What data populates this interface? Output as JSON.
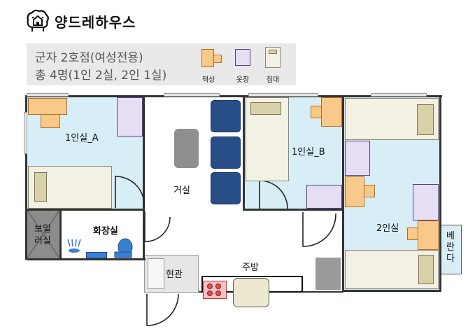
{
  "brand": {
    "name": "양드레하우스",
    "logo_icon": "sheep-house-icon"
  },
  "info": {
    "line1": "군자 2호점(여성전용)",
    "line2": "총 4명(1인 2실, 2인 1실)"
  },
  "legend": {
    "desk": "책상",
    "wardrobe": "옷장",
    "bed": "침대"
  },
  "rooms": {
    "single_a": "1인실_A",
    "single_b": "1인실_B",
    "double": "2인실",
    "living": "거실",
    "bathroom": "화장실",
    "boiler": "보일러실",
    "entrance": "현관",
    "kitchen": "주방",
    "balcony": "베란다"
  },
  "colors": {
    "room_fill": "#d8eef6",
    "desk": "#f9c98a",
    "wardrobe": "#e6def3",
    "bed": "#f3f0e4",
    "sofa": "#274e86",
    "wall": "#333333"
  }
}
